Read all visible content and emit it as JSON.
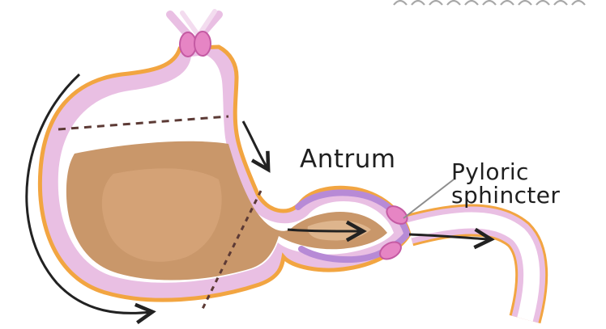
{
  "labels": {
    "antrum": "Antrum",
    "pyloric_line1": "Pyloric",
    "pyloric_line2": "sphincter"
  },
  "colors": {
    "outer_wall": "#f2a541",
    "mucosa": "#e9bfe3",
    "contents": "#c9976a",
    "contents_light": "#dcae84",
    "antrum_wall": "#b78ad6",
    "sphincter": "#e685c4",
    "arrow": "#222222",
    "dashed": "#5c3a35"
  },
  "icons": [
    "esophageal-sphincter-icon",
    "pyloric-sphincter-icon",
    "peristalsis-arrow-icon"
  ]
}
